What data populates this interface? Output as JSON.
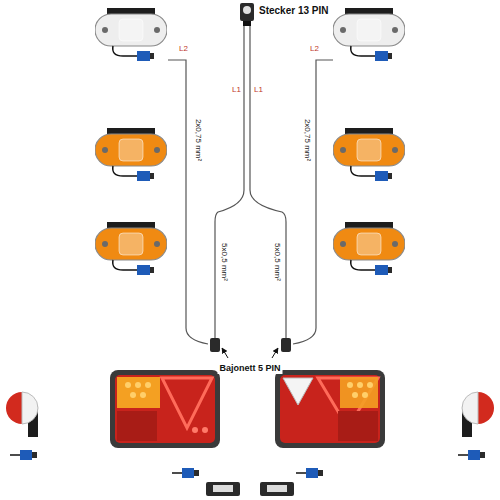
{
  "diagram": {
    "labels": [
      "Stecker 13 PIN",
      "L2",
      "L2",
      "L1",
      "L1",
      "2x0,75 mm²",
      "2x0,75 mm²",
      "5x0,5 mm²",
      "5x0,5 mm²",
      "Bajonett 5 PIN"
    ]
  }
}
